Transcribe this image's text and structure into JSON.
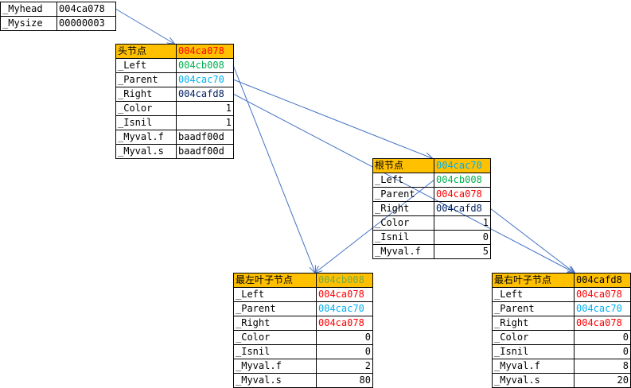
{
  "colors": {
    "header_bg": "#ffc000",
    "red": "#ff0000",
    "green": "#00b050",
    "cyan": "#00b0f0",
    "navy": "#002060",
    "black": "#000000",
    "olive": "#70ad47",
    "arrow": "#4472c4"
  },
  "tables": [
    {
      "id": "list",
      "rows": [
        {
          "label": "_Myhead",
          "value": "004ca078",
          "color": "#000000"
        },
        {
          "label": "_Mysize",
          "value": "00000003",
          "color": "#000000"
        }
      ]
    },
    {
      "id": "head",
      "header": {
        "label": "头节点",
        "value": "004ca078",
        "color": "#ff0000"
      },
      "rows": [
        {
          "label": "_Left",
          "value": "004cb008",
          "color": "#00b050"
        },
        {
          "label": "_Parent",
          "value": "004cac70",
          "color": "#00b0f0"
        },
        {
          "label": "_Right",
          "value": "004cafd8",
          "color": "#002060"
        },
        {
          "label": "_Color",
          "value": "1",
          "color": "#000000",
          "num": true
        },
        {
          "label": "_Isnil",
          "value": "1",
          "color": "#000000",
          "num": true
        },
        {
          "label": "_Myval.f",
          "value": "baadf00d",
          "color": "#000000"
        },
        {
          "label": "_Myval.s",
          "value": "baadf00d",
          "color": "#000000"
        }
      ]
    },
    {
      "id": "root",
      "header": {
        "label": "根节点",
        "value": "004cac70",
        "color": "#00b0f0"
      },
      "rows": [
        {
          "label": "_Left",
          "value": "004cb008",
          "color": "#00b050"
        },
        {
          "label": "_Parent",
          "value": "004ca078",
          "color": "#ff0000"
        },
        {
          "label": "_Right",
          "value": "004cafd8",
          "color": "#002060"
        },
        {
          "label": "_Color",
          "value": "1",
          "color": "#000000",
          "num": true
        },
        {
          "label": "_Isnil",
          "value": "0",
          "color": "#000000",
          "num": true
        },
        {
          "label": "_Myval.f",
          "value": "5",
          "color": "#000000",
          "num": true
        }
      ]
    },
    {
      "id": "leftmost",
      "header": {
        "label": "最左叶子节点",
        "value": "004cb008",
        "color": "#70ad47"
      },
      "rows": [
        {
          "label": "_Left",
          "value": "004ca078",
          "color": "#ff0000"
        },
        {
          "label": "_Parent",
          "value": "004cac70",
          "color": "#00b0f0"
        },
        {
          "label": "_Right",
          "value": "004ca078",
          "color": "#ff0000"
        },
        {
          "label": "_Color",
          "value": "0",
          "color": "#000000",
          "num": true
        },
        {
          "label": "_Isnil",
          "value": "0",
          "color": "#000000",
          "num": true
        },
        {
          "label": "_Myval.f",
          "value": "2",
          "color": "#000000",
          "num": true
        },
        {
          "label": "_Myval.s",
          "value": "80",
          "color": "#000000",
          "num": true
        }
      ]
    },
    {
      "id": "rightmost",
      "header": {
        "label": "最右叶子节点",
        "value": "004cafd8",
        "color": "#000000"
      },
      "rows": [
        {
          "label": "_Left",
          "value": "004ca078",
          "color": "#ff0000"
        },
        {
          "label": "_Parent",
          "value": "004cac70",
          "color": "#00b0f0"
        },
        {
          "label": "_Right",
          "value": "004ca078",
          "color": "#ff0000"
        },
        {
          "label": "_Color",
          "value": "0",
          "color": "#000000",
          "num": true
        },
        {
          "label": "_Isnil",
          "value": "0",
          "color": "#000000",
          "num": true
        },
        {
          "label": "_Myval.f",
          "value": "8",
          "color": "#000000",
          "num": true
        },
        {
          "label": "_Myval.s",
          "value": "20",
          "color": "#000000",
          "num": true
        }
      ]
    }
  ],
  "arrows": [
    {
      "name": "arrow-myhead-to-head",
      "from": "list.0.value",
      "to": "head.header"
    },
    {
      "name": "arrow-head-left-to-leftmost",
      "from": "head.0.value",
      "to": "leftmost.header"
    },
    {
      "name": "arrow-head-parent-to-root",
      "from": "head.1.value",
      "to": "root.header"
    },
    {
      "name": "arrow-head-right-to-rightmost",
      "from": "head.2.value",
      "to": "rightmost.header"
    },
    {
      "name": "arrow-root-left-to-leftmost",
      "from": "root.0.value",
      "to": "leftmost.header"
    },
    {
      "name": "arrow-root-right-to-rightmost",
      "from": "root.2.value",
      "to": "rightmost.header"
    }
  ]
}
